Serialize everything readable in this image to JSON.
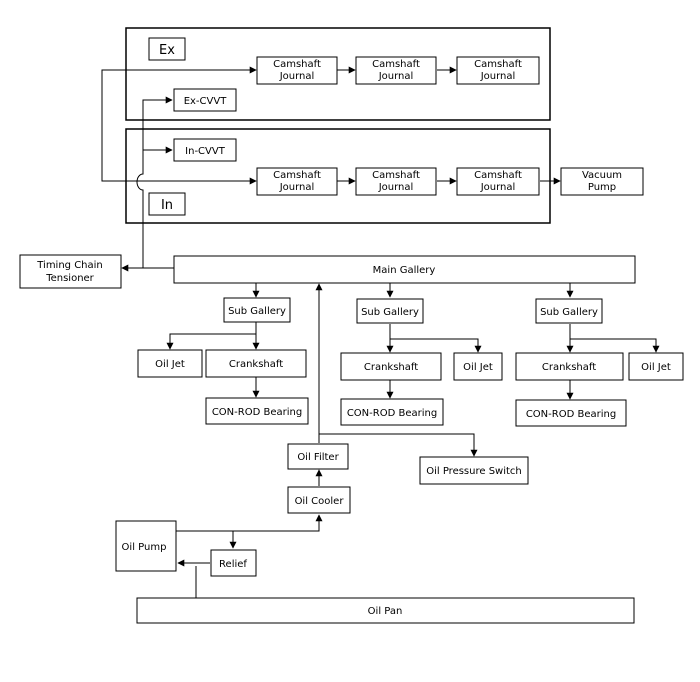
{
  "banks": {
    "exhaust": {
      "label": "Ex"
    },
    "intake": {
      "label": "In"
    }
  },
  "nodes": {
    "ex_cam_1": [
      "Camshaft",
      "Journal"
    ],
    "ex_cam_2": [
      "Camshaft",
      "Journal"
    ],
    "ex_cam_3": [
      "Camshaft",
      "Journal"
    ],
    "ex_cvvt": [
      "Ex-CVVT"
    ],
    "in_cvvt": [
      "In-CVVT"
    ],
    "in_cam_1": [
      "Camshaft",
      "Journal"
    ],
    "in_cam_2": [
      "Camshaft",
      "Journal"
    ],
    "in_cam_3": [
      "Camshaft",
      "Journal"
    ],
    "vacuum_pump": [
      "Vacuum",
      "Pump"
    ],
    "timing_chain": [
      "Timing Chain",
      "Tensioner"
    ],
    "main_gallery": [
      "Main Gallery"
    ],
    "sub_gallery_1": [
      "Sub Gallery"
    ],
    "sub_gallery_2": [
      "Sub Gallery"
    ],
    "sub_gallery_3": [
      "Sub Gallery"
    ],
    "oil_jet_1": [
      "Oil Jet"
    ],
    "oil_jet_2": [
      "Oil Jet"
    ],
    "oil_jet_3": [
      "Oil Jet"
    ],
    "crankshaft_1": [
      "Crankshaft"
    ],
    "crankshaft_2": [
      "Crankshaft"
    ],
    "crankshaft_3": [
      "Crankshaft"
    ],
    "conrod_1": [
      "CON-ROD Bearing"
    ],
    "conrod_2": [
      "CON-ROD Bearing"
    ],
    "conrod_3": [
      "CON-ROD Bearing"
    ],
    "oil_filter": [
      "Oil Filter"
    ],
    "oil_pressure_switch": [
      "Oil Pressure Switch"
    ],
    "oil_cooler": [
      "Oil Cooler"
    ],
    "oil_pump": [
      "Oil Pump"
    ],
    "relief": [
      "Relief"
    ],
    "oil_pan": [
      "Oil Pan"
    ]
  }
}
